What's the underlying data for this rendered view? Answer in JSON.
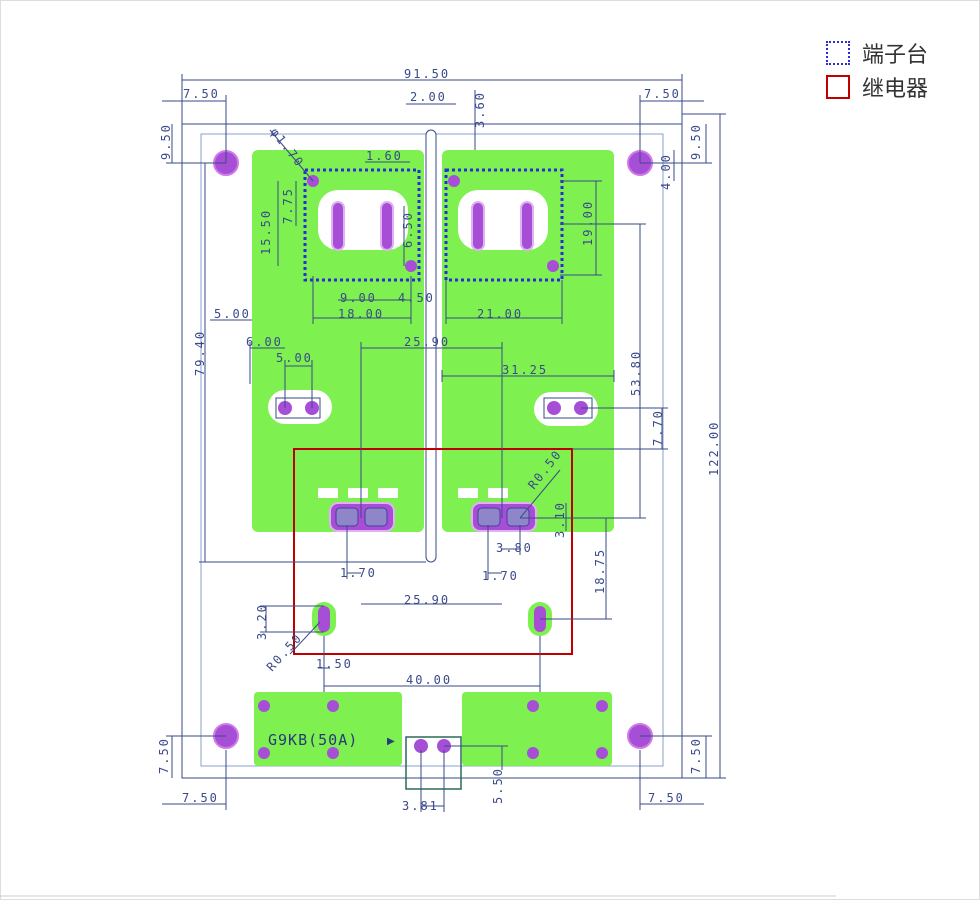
{
  "legend": {
    "terminal_label": "端子台",
    "relay_label": "继电器"
  },
  "colors": {
    "board_fill": "#7ef04f",
    "pad_fill": "#a64fd6",
    "terminal_outline": "#2b2bd9",
    "relay_outline": "#c00000",
    "dimension_line": "#3a4a8a",
    "connector_outline": "#2a6a5a"
  },
  "silkscreen": {
    "part_text": "G9KB(50A)",
    "arrow": "▶"
  },
  "dimensions": {
    "overall_width": "91.50",
    "top_left_edge": "7.50",
    "top_right_edge": "7.50",
    "center_gap": "2.00",
    "slot_offset": "3.60",
    "left_hole_offset": "9.50",
    "right_hole_offset": "9.50",
    "hole_dia": "φ1.70",
    "pin_pitch_top": "1.60",
    "terminal_height_a": "7.75",
    "terminal_height_b": "15.50",
    "terminal_pin_gap": "6.50",
    "right_hole_down": "4.00",
    "left_terminal_span": "9.00",
    "left_terminal_half": "4.50",
    "left_terminal_width": "18.00",
    "right_terminal_width": "21.00",
    "right_terminal_height": "19.00",
    "left_block_offset": "5.00",
    "left_vertical": "79.40",
    "small_offset": "6.00",
    "small_pitch": "5.00",
    "terminal_center_dist": "25.90",
    "right_block_width": "31.25",
    "right_height": "53.80",
    "right_small": "7.70",
    "overall_height": "122.00",
    "relay_radius": "R0.50",
    "relay_pad_h": "3.10",
    "relay_pad_pitch": "3.80",
    "left_pad_width": "1.70",
    "right_pad_width": "1.70",
    "relay_pin_dist": "25.90",
    "relay_height": "18.75",
    "coil_height": "3.20",
    "coil_radius": "R0.50",
    "coil_width": "1.50",
    "coil_pitch": "40.00",
    "bottom_left_edge": "7.50",
    "bottom_right_edge": "7.50",
    "bottom_left_vertical": "7.50",
    "bottom_right_vertical": "7.50",
    "connector_height": "5.50",
    "connector_pitch": "3.81"
  }
}
